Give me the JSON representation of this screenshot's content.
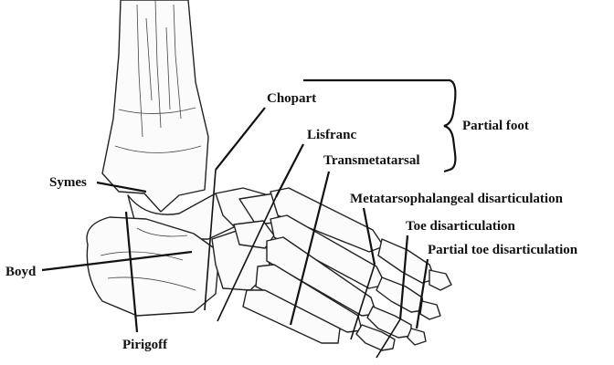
{
  "labels": {
    "chopart": "Chopart",
    "lisfranc": "Lisfranc",
    "transmetatarsal": "Transmetatarsal",
    "partial_foot": "Partial foot",
    "symes": "Symes",
    "mtp": "Metatarsophalangeal disarticulation",
    "toe": "Toe disarticulation",
    "partial_toe": "Partial toe disarticulation",
    "boyd": "Boyd",
    "pirigoff": "Pirigoff"
  }
}
